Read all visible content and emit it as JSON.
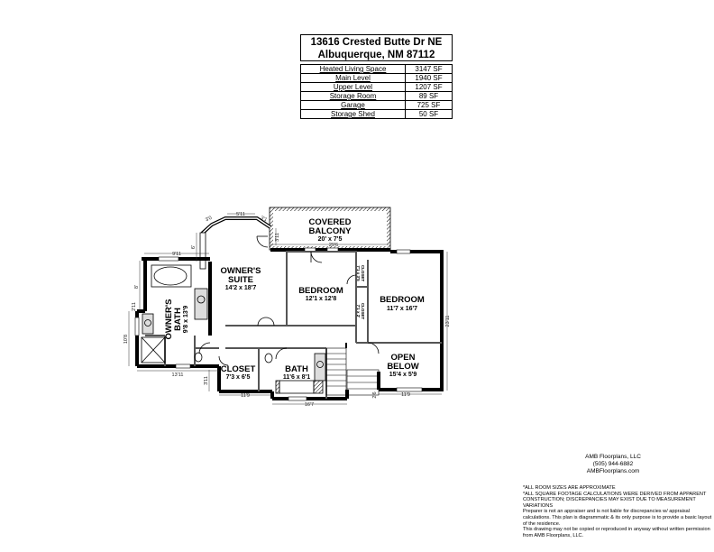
{
  "header": {
    "address_line1": "13616 Crested Butte Dr NE",
    "address_line2": "Albuquerque, NM 87112"
  },
  "area_table": [
    {
      "label": "Heated Living Space",
      "value": "3147 SF"
    },
    {
      "label": "Main Level",
      "value": "1940 SF"
    },
    {
      "label": "Upper Level",
      "value": "1207 SF"
    },
    {
      "label": "Storage Room",
      "value": "89 SF"
    },
    {
      "label": "Garage",
      "value": "725 SF"
    },
    {
      "label": "Storage Shed",
      "value": "50 SF"
    }
  ],
  "rooms": {
    "covered_balcony": {
      "name1": "COVERED",
      "name2": "BALCONY",
      "size": "20' x 7'5"
    },
    "owners_suite": {
      "name1": "OWNER'S",
      "name2": "SUITE",
      "size": "14'2 x 18'7"
    },
    "bedroom1": {
      "name": "BEDROOM",
      "size": "12'1 x 12'8"
    },
    "bedroom2": {
      "name": "BEDROOM",
      "size": "11'7 x 16'7"
    },
    "owners_bath": {
      "name1": "OWNER'S",
      "name2": "BATH",
      "size": "9'8 x 13'9"
    },
    "closet": {
      "name": "CLOSET",
      "size": "7'3 x 6'5"
    },
    "bath": {
      "name": "BATH",
      "size": "11'6 x 8'1"
    },
    "open_below": {
      "name1": "OPEN",
      "name2": "BELOW",
      "size": "15'4 x 5'9"
    },
    "closet_a": {
      "name": "CLOSET",
      "size": "7'1 x 3'5"
    },
    "closet_b": {
      "name": "CLOSET",
      "size": "7'1 x 2'"
    }
  },
  "dimensions": {
    "bay_left": "3'0",
    "bay_top": "5'11",
    "bay_right": "3'1",
    "bay_side": "6'",
    "balcony_side": "3'11",
    "balcony_width": "29'6",
    "bath_top": "9'11",
    "bath_left_short": "8'",
    "bath_left_step": "2'11",
    "bath_left_tall": "10'8",
    "bath_bottom": "13'11",
    "closet_side": "3'11",
    "bottom_left": "11'9",
    "bottom_center": "16'7",
    "bottom_right": "11'9",
    "stair_step": "2'6",
    "right_side": "23'11"
  },
  "company": {
    "name": "AMB Floorplans, LLC",
    "phone": "(505) 944-6882",
    "website": "AMBFloorplans.com"
  },
  "disclaimer": [
    "*ALL ROOM SIZES ARE APPROXIMATE",
    "*ALL SQUARE FOOTAGE CALCULATIONS WERE DERIVED FROM APPARENT CONSTRUCTION; DISCREPANCIES MAY EXIST DUE TO MEASUREMENT VARIATIONS",
    "Preparer is not an appraiser and is not liable for discrepancies w/ appraisal calculations.  This plan is diagrammatic & its only purpose is to provide a basic layout of the residence.",
    "This drawing may not be copied or reproduced in anyway without written permission from AMB Floorplans, LLC."
  ]
}
